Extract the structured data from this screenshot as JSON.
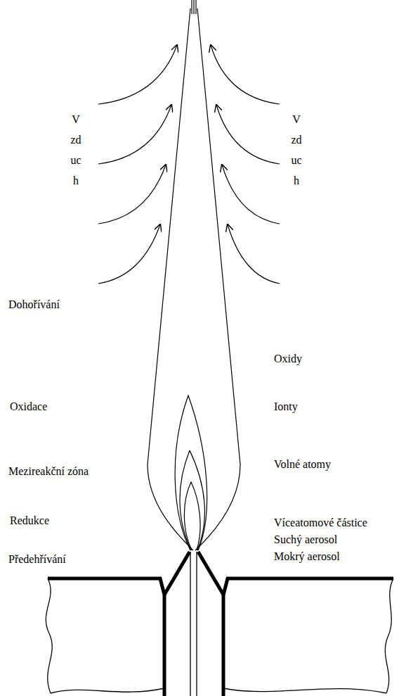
{
  "diagram": {
    "labels": [
      "Vzduch",
      "Vzduch",
      "Dohořívání",
      "Oxidace",
      "Mezireakční zóna",
      "Redukce",
      "Předehřívání",
      "Oxidy",
      "Ionty",
      "Volné atomy",
      "Víceatomové částice",
      "Suchý aerosol",
      "Mokrý aerosol"
    ]
  }
}
